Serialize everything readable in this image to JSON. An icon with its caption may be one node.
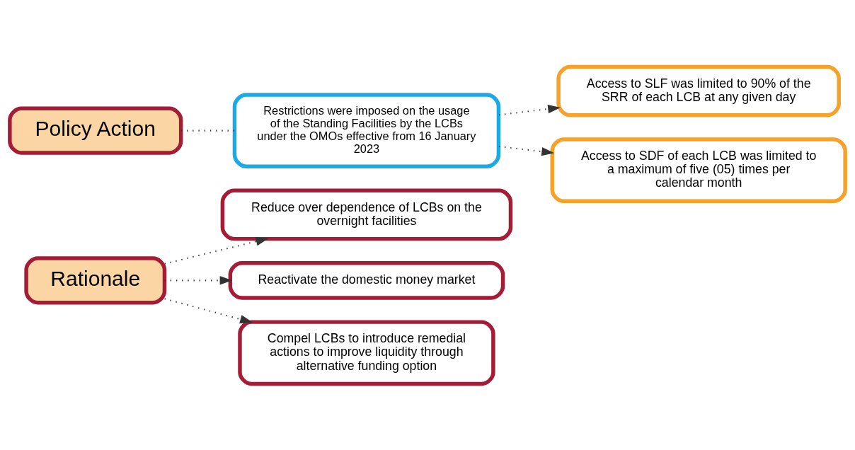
{
  "diagram": {
    "nodes": [
      {
        "text": [
          "Rationale"
        ]
      },
      {
        "text": [
          "Reduce over dependence of LCBs on the overnight facilities"
        ]
      },
      {
        "text": [
          "Reactivate the domestic money market"
        ]
      },
      {
        "text": [
          "Compel LCBs to introduce remedial actions to improve liquidity through alternative funding option"
        ]
      },
      {
        "text": [
          "Policy Action"
        ]
      },
      {
        "text": [
          "Restrictions were imposed on the usage of the Standing Facilities by the LCBs under the OMOs effective from 16 January 2023"
        ]
      },
      {
        "text": [
          "Access to SLF was limited to 90% of the SRR of each LCB at any given day"
        ]
      },
      {
        "text": [
          "Access to SDF of each LCB was limited to a maximum of five (05) times per calendar month"
        ]
      }
    ],
    "edges": [
      {
        "from": 0,
        "to": 1,
        "arrow": "to"
      },
      {
        "from": 0,
        "to": 2,
        "arrow": "to"
      },
      {
        "from": 0,
        "to": 3,
        "arrow": "to"
      },
      {
        "from": 4,
        "to": 5,
        "arrow": "none"
      },
      {
        "from": 5,
        "to": 6,
        "arrow": "to"
      },
      {
        "from": 5,
        "to": 7,
        "arrow": "to"
      }
    ]
  }
}
